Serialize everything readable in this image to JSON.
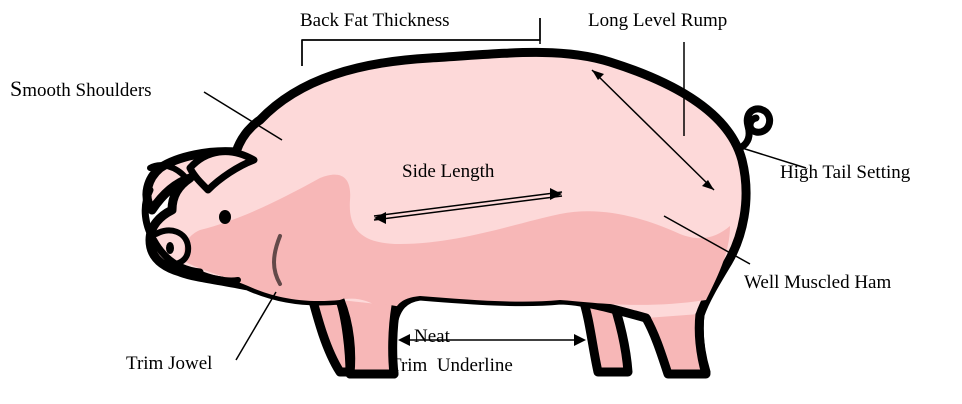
{
  "diagram": {
    "labels": {
      "back_fat": "Back Fat Thickness",
      "long_rump": "Long Level Rump",
      "smooth_shoulders": "Smooth Shoulders",
      "side_length": "Side Length",
      "high_tail": "High Tail Setting",
      "well_muscled_ham": "Well Muscled Ham",
      "trim_jowel": "Trim Jowel",
      "neat": "Neat",
      "trim_underline": "Trim  Underline"
    }
  },
  "colors": {
    "body_fill": "#fdd9d9",
    "shade_fill": "#f7b7b7",
    "outline": "#000000",
    "background": "#ffffff"
  }
}
